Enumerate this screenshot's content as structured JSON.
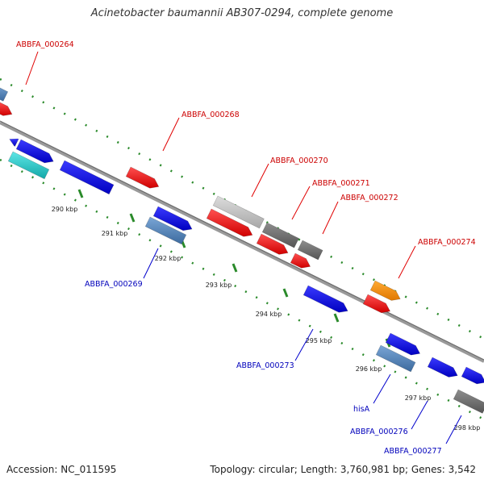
{
  "title": "Acinetobacter baumannii AB307-0294, complete genome",
  "footer": {
    "accession": "Accession: NC_011595",
    "summary": "Topology: circular; Length: 3,760,981 bp; Genes: 3,542"
  },
  "colors": {
    "forward_red": "#ff0000",
    "reverse_blue": "#0000ee",
    "steel_blue": "#4a7db5",
    "cyan": "#1fc8c8",
    "light_gray": "#c0c0c0",
    "dark_gray": "#707070",
    "orange": "#ff8c00",
    "tick_green": "#2a8a2a",
    "backbone": "#808080"
  },
  "ticks": [
    {
      "label": "290 kbp"
    },
    {
      "label": "291 kbp"
    },
    {
      "label": "292 kbp"
    },
    {
      "label": "293 kbp"
    },
    {
      "label": "294 kbp"
    },
    {
      "label": "295 kbp"
    },
    {
      "label": "296 kbp"
    },
    {
      "label": "297 kbp"
    },
    {
      "label": "298 kbp"
    }
  ],
  "labels": {
    "abbfa_000264": "ABBFA_000264",
    "abbfa_000268": "ABBFA_000268",
    "abbfa_000270": "ABBFA_000270",
    "abbfa_000271": "ABBFA_000271",
    "abbfa_000272": "ABBFA_000272",
    "abbfa_000274": "ABBFA_000274",
    "abbfa_000269": "ABBFA_000269",
    "abbfa_000273": "ABBFA_000273",
    "hisa": "hisA",
    "abbfa_000276": "ABBFA_000276",
    "abbfa_000277": "ABBFA_000277"
  }
}
